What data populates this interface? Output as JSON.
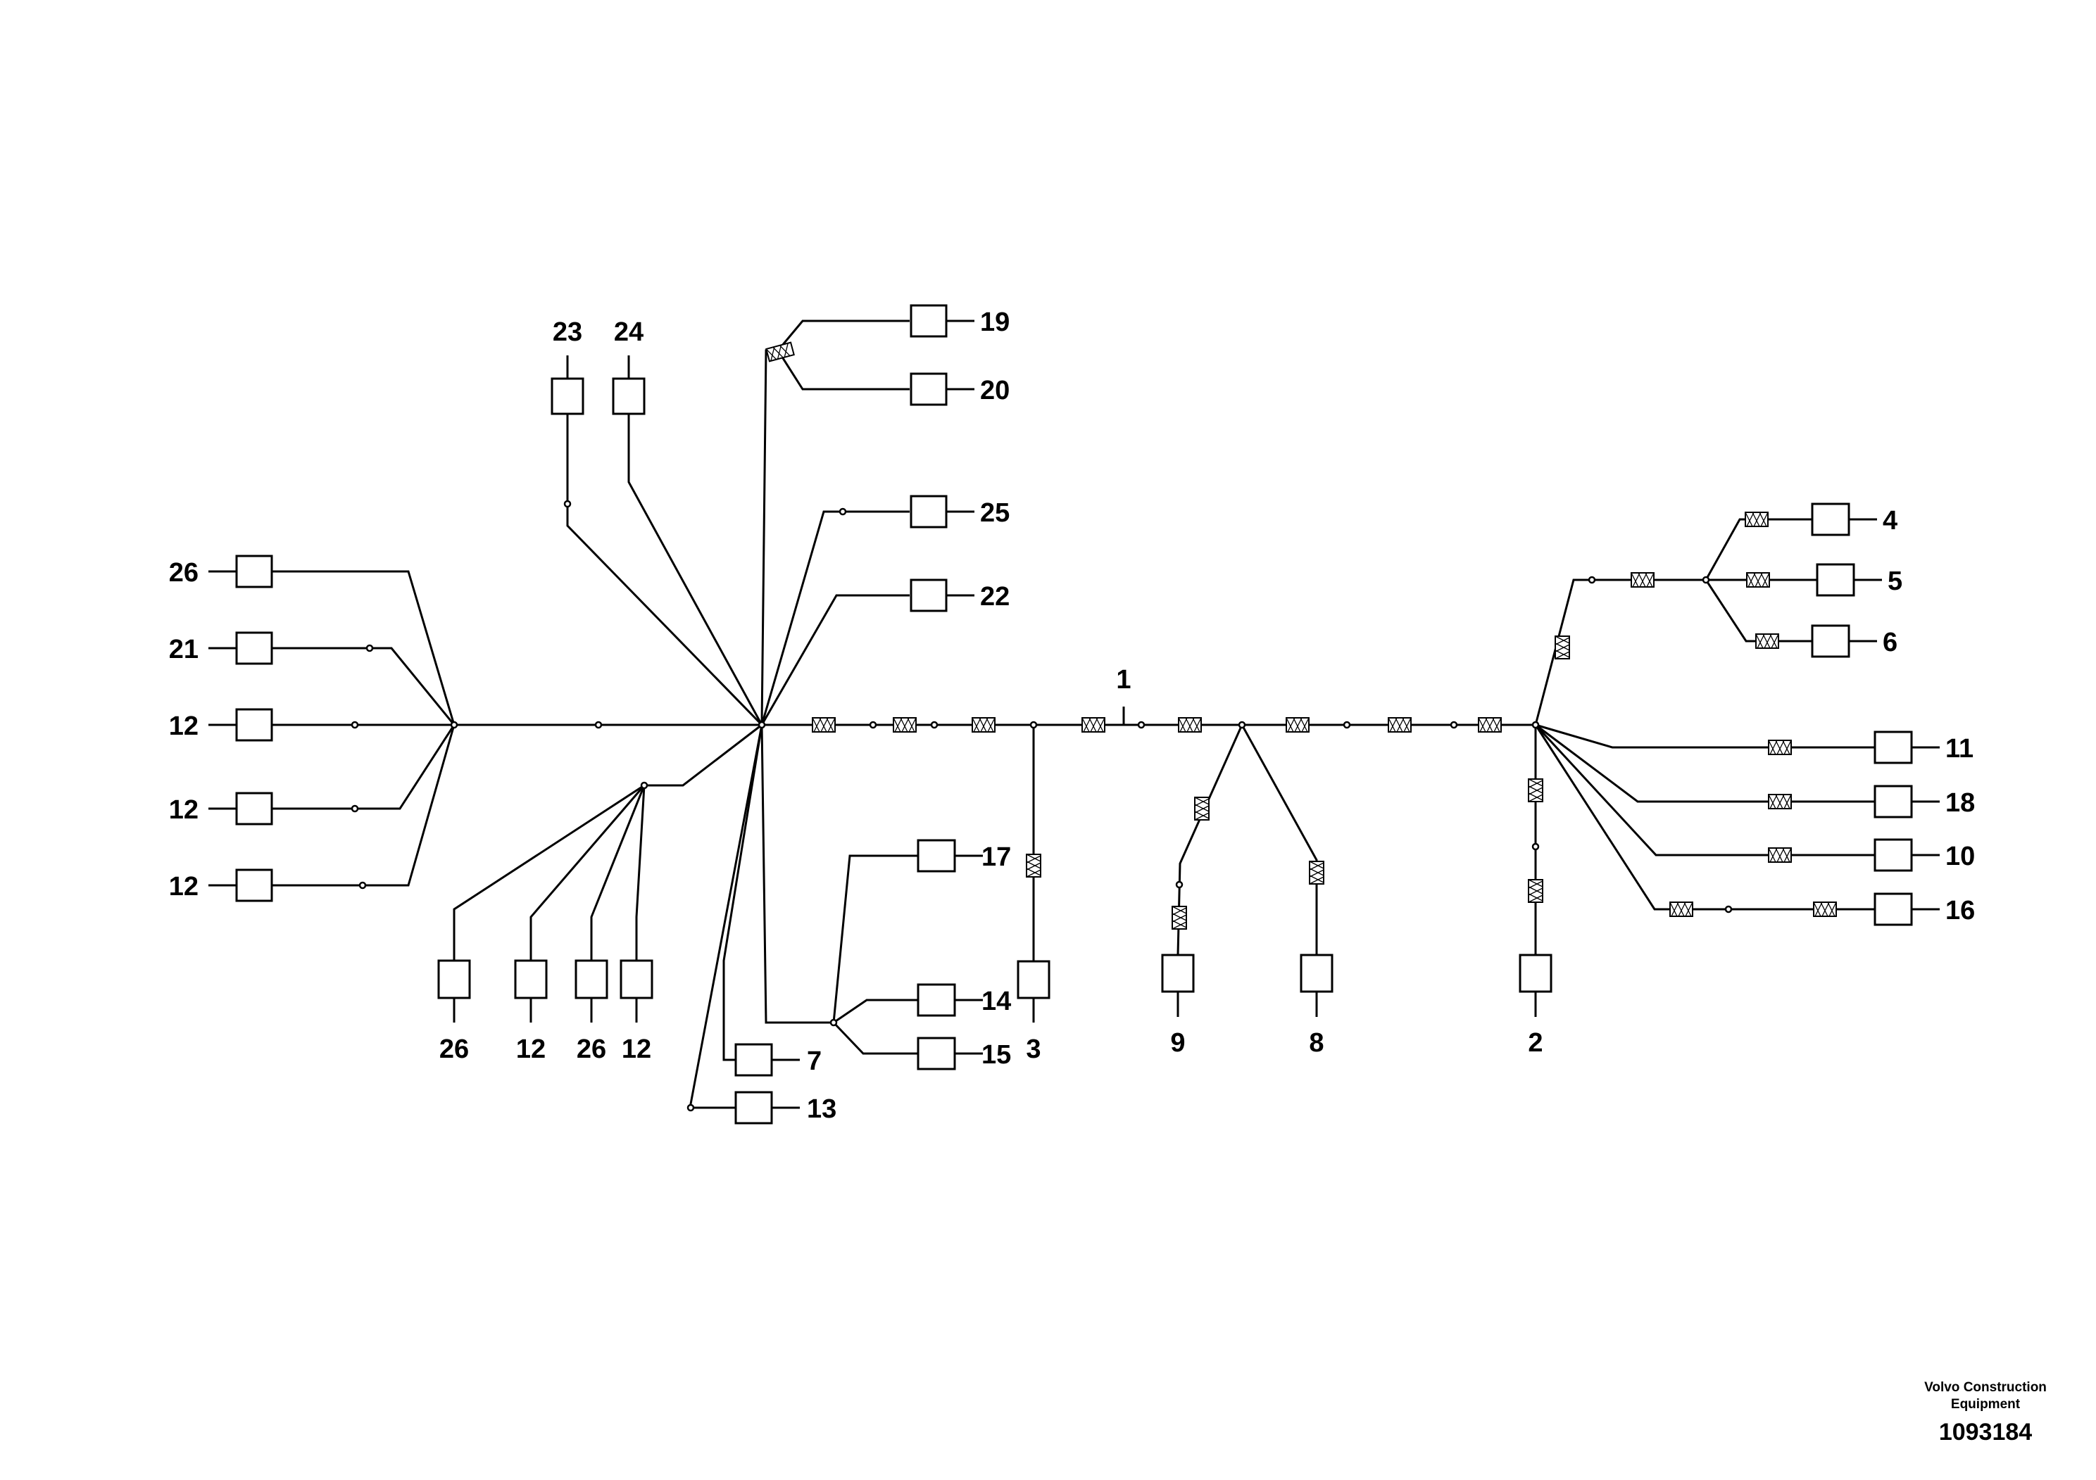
{
  "callouts": {
    "c1": "1",
    "c2": "2",
    "c3": "3",
    "c4": "4",
    "c5": "5",
    "c6": "6",
    "c7": "7",
    "c8": "8",
    "c9": "9",
    "c10": "10",
    "c11": "11",
    "c12a": "12",
    "c12b": "12",
    "c12c": "12",
    "c12d": "12",
    "c12e": "12",
    "c13": "13",
    "c14": "14",
    "c15": "15",
    "c16": "16",
    "c17": "17",
    "c18": "18",
    "c19": "19",
    "c20": "20",
    "c21": "21",
    "c22": "22",
    "c23": "23",
    "c24": "24",
    "c25": "25",
    "c26a": "26",
    "c26b": "26",
    "c26c": "26"
  },
  "footer": {
    "company_line1": "Volvo Construction",
    "company_line2": "Equipment",
    "drawing_number": "1093184"
  }
}
